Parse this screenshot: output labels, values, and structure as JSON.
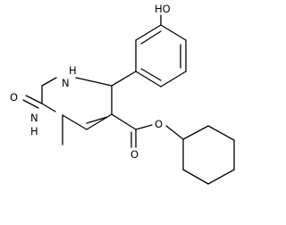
{
  "molecule": {
    "atom_labels": {
      "hydroxyl": "HO",
      "nh_top": "H",
      "n_top": "N",
      "nh_bottom": "H",
      "n_bottom": "N",
      "carbonyl_o_ring": "O",
      "ester_o_double": "O",
      "ester_o_single": "O"
    },
    "colors": {
      "bond": "#000000",
      "label": "#000000",
      "background": "#ffffff"
    }
  }
}
